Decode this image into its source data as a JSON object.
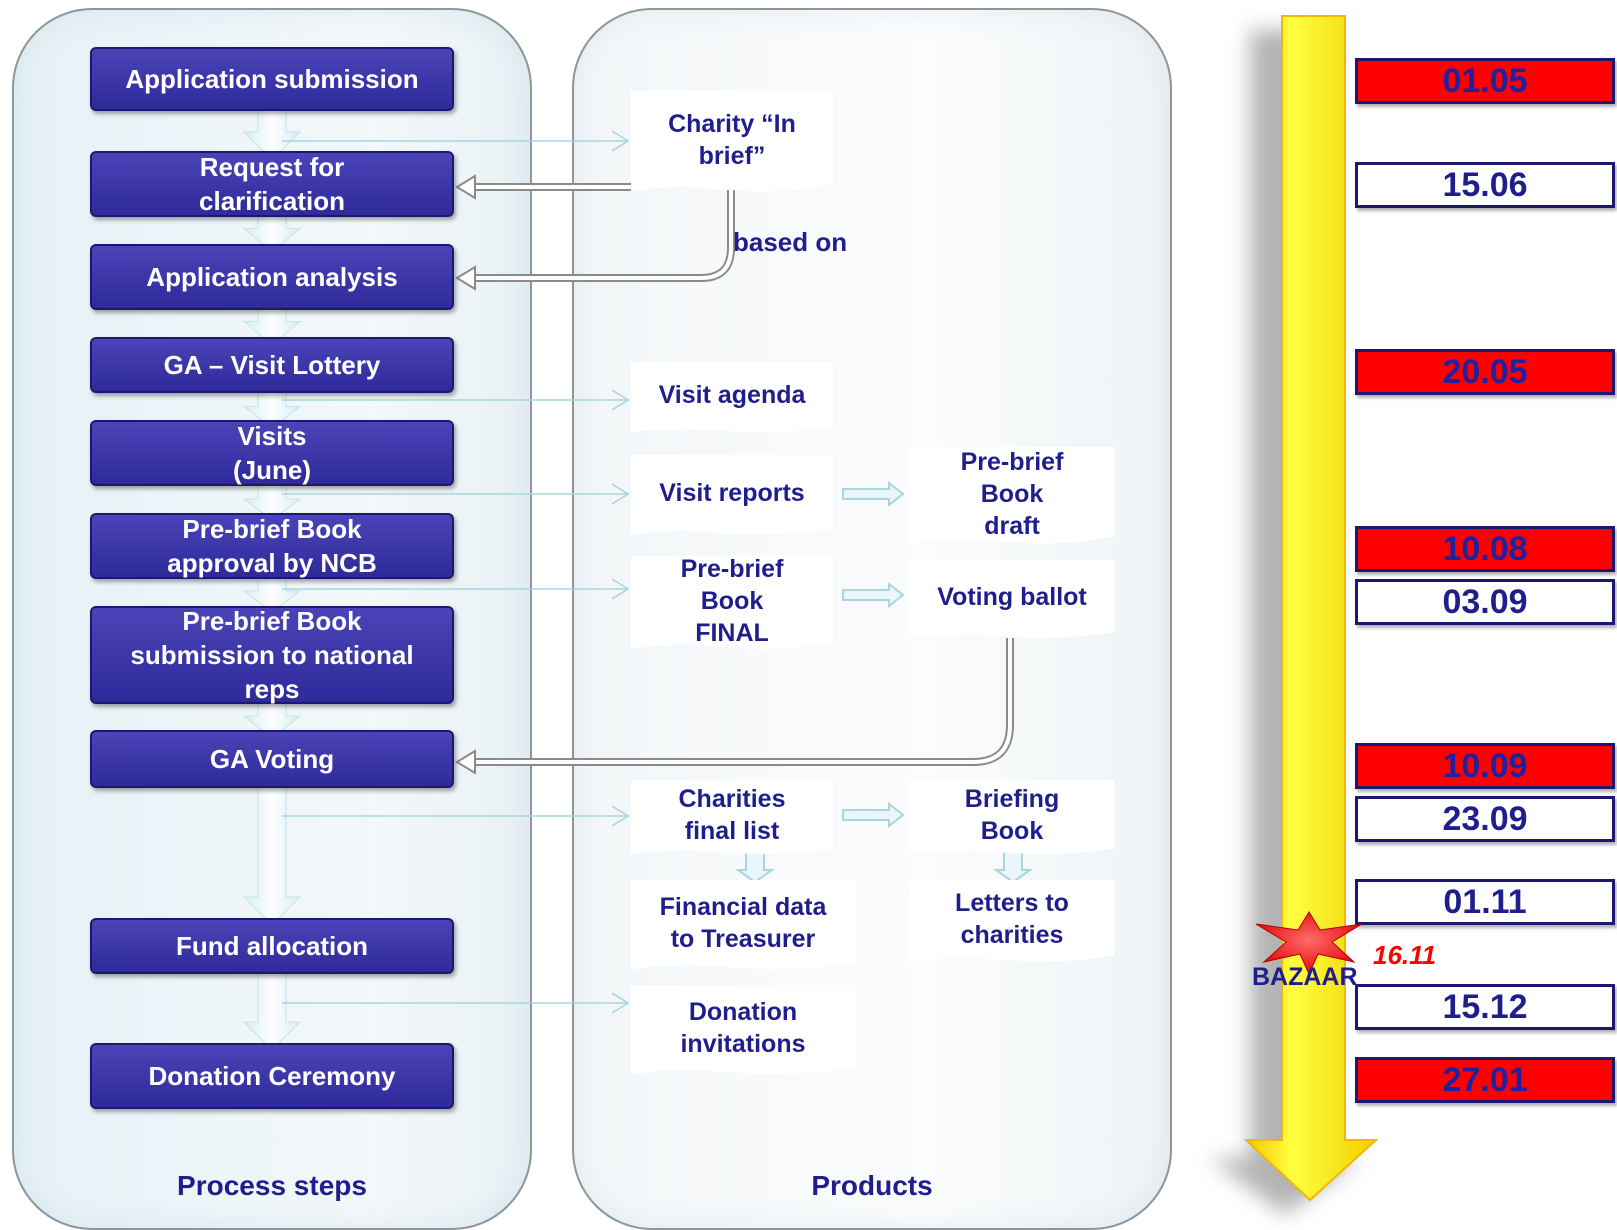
{
  "panels": {
    "process_title": "Process steps",
    "products_title": "Products"
  },
  "process_steps": [
    "Application submission",
    "Request for\nclarification",
    "Application analysis",
    "GA – Visit Lottery",
    "Visits\n(June)",
    "Pre-brief Book\napproval by NCB",
    "Pre-brief Book\nsubmission  to national\nreps",
    "GA Voting",
    "Fund allocation",
    "Donation Ceremony"
  ],
  "products": {
    "charity_in_brief": "Charity “In\nbrief”",
    "visit_agenda": "Visit agenda",
    "visit_reports": "Visit reports",
    "prebrief_draft": "Pre-brief\nBook\ndraft",
    "prebrief_final": "Pre-brief\nBook\nFINAL",
    "voting_ballot": "Voting ballot",
    "charities_final_list": "Charities\nfinal list",
    "briefing_book": "Briefing\nBook",
    "financial_data": "Financial data\nto Treasurer",
    "letters": "Letters to\ncharities",
    "donation_invitations": "Donation\ninvitations"
  },
  "connector_label": "based on",
  "timeline": {
    "dates": [
      {
        "label": "01.05",
        "style": "red"
      },
      {
        "label": "15.06",
        "style": "white"
      },
      {
        "label": "20.05",
        "style": "red"
      },
      {
        "label": "10.08",
        "style": "red"
      },
      {
        "label": "03.09",
        "style": "white"
      },
      {
        "label": "10.09",
        "style": "red"
      },
      {
        "label": "23.09",
        "style": "white"
      },
      {
        "label": "01.11",
        "style": "white"
      },
      {
        "label": "15.12",
        "style": "white"
      },
      {
        "label": "27.01",
        "style": "red"
      }
    ],
    "event_label": "BAZAAR",
    "event_date": "16.11"
  },
  "colors": {
    "step_fill": "#3a34a8",
    "text_navy": "#1f1e8c",
    "timeline_yellow": "#ffff00",
    "date_red": "#ff0000"
  }
}
